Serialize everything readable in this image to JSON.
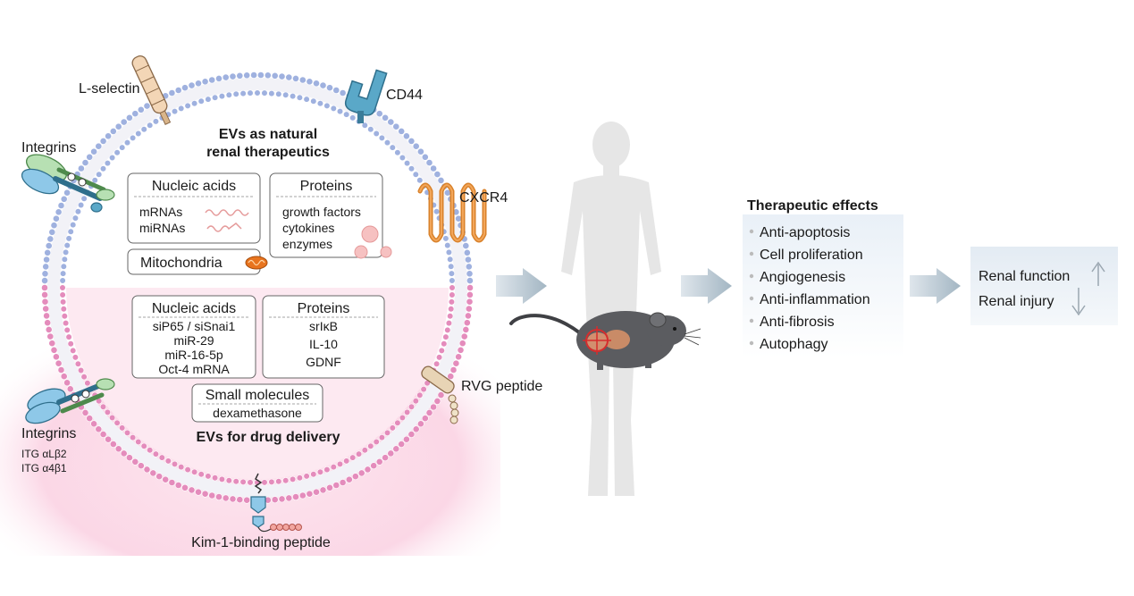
{
  "membrane": {
    "top_title_line1": "EVs as natural",
    "top_title_line2": "renal therapeutics",
    "bottom_title": "EVs for drug delivery",
    "colors": {
      "top_lipid": "#9fb1df",
      "bottom_lipid": "#e48cbc",
      "top_fill": "#ffffff",
      "bottom_fill": "#fde9f1"
    }
  },
  "surface_labels": {
    "l_selectin": "L-selectin",
    "cd44": "CD44",
    "integrins_top": "Integrins",
    "cxcr4": "CXCR4",
    "rvg": "RVG peptide",
    "integrins_bottom": "Integrins",
    "itg_1": "ITG αLβ2",
    "itg_2": "ITG α4β1",
    "kim1": "Kim-1-binding peptide"
  },
  "natural_cargo": {
    "nucleic": {
      "title": "Nucleic acids",
      "items": [
        "mRNAs",
        "miRNAs"
      ]
    },
    "proteins": {
      "title": "Proteins",
      "items": [
        "growth factors",
        "cytokines",
        "enzymes"
      ]
    },
    "mitochondria": "Mitochondria"
  },
  "delivery_cargo": {
    "nucleic": {
      "title": "Nucleic acids",
      "items": [
        "siP65 / siSnai1",
        "miR-29",
        "miR-16-5p",
        "Oct-4 mRNA"
      ]
    },
    "proteins": {
      "title": "Proteins",
      "items": [
        "srIκB",
        "IL-10",
        "GDNF"
      ]
    },
    "small": {
      "title": "Small molecules",
      "items": [
        "dexamethasone"
      ]
    }
  },
  "therapeutic": {
    "title": "Therapeutic effects",
    "items": [
      "Anti-apoptosis",
      "Cell proliferation",
      "Angiogenesis",
      "Anti-inflammation",
      "Anti-fibrosis",
      "Autophagy"
    ]
  },
  "outcome": {
    "renal_function": "Renal function",
    "renal_injury": "Renal injury"
  }
}
